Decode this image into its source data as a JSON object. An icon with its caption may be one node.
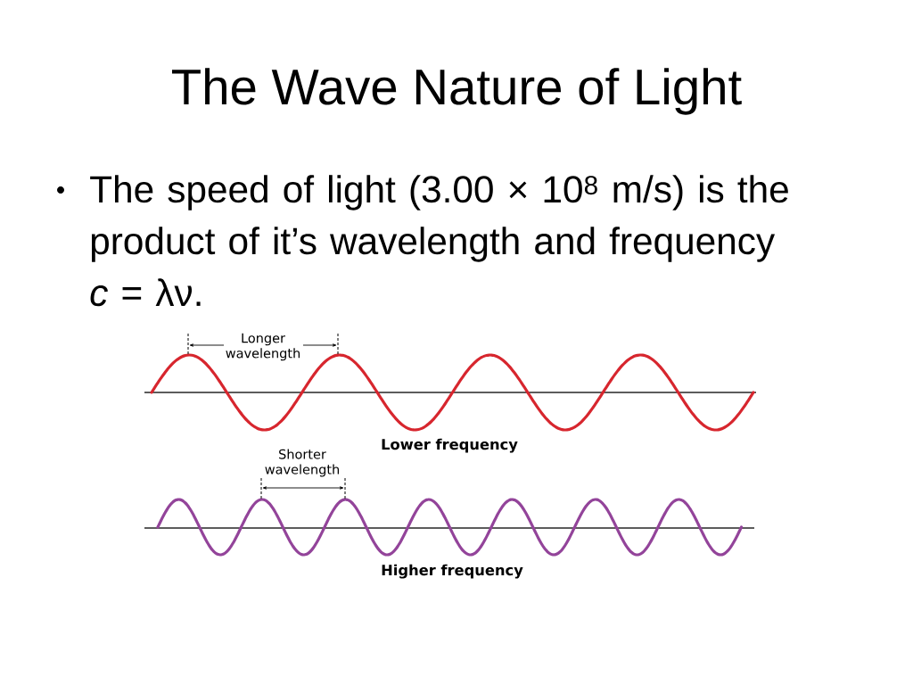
{
  "diagram": {
    "title": "The Wave Nature of Light",
    "labels": [
      "The speed of light (3.00 × 10$^{8}$ m/s) is the product of it’s wavelength and frequency *c* = λν.",
      "Longer wavelength",
      "Lower frequency",
      "Shorter wavelength",
      "Higher frequency"
    ]
  }
}
